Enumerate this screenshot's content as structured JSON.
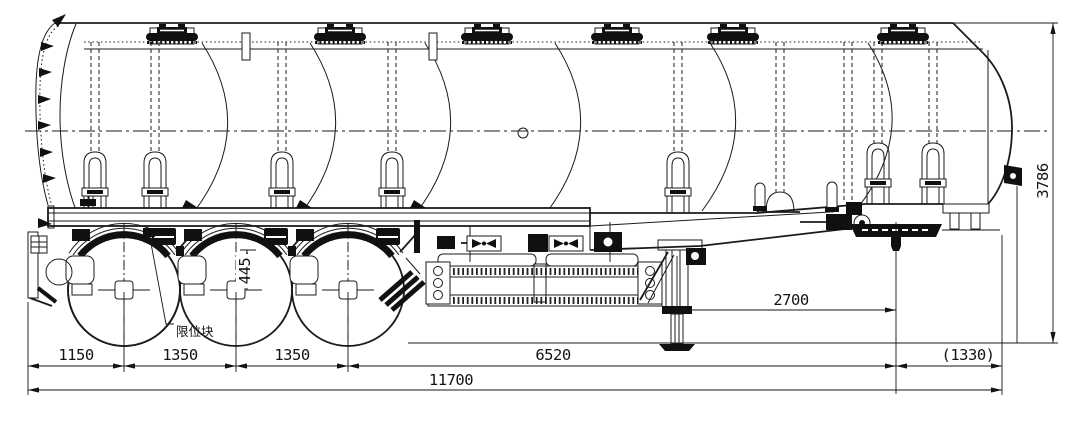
{
  "drawing": {
    "labels": {
      "limit_block": "限位块"
    },
    "dimensions": {
      "axle_spacing_1": "1150",
      "axle_spacing_2": "1350",
      "axle_spacing_3": "1350",
      "bogie_to_kingpin": "6520",
      "kingpin_to_front": "(1330)",
      "overall_length": "11700",
      "landing_gear_to_kingpin": "2700",
      "overall_height": "3786",
      "frame_to_axle": "445"
    }
  }
}
